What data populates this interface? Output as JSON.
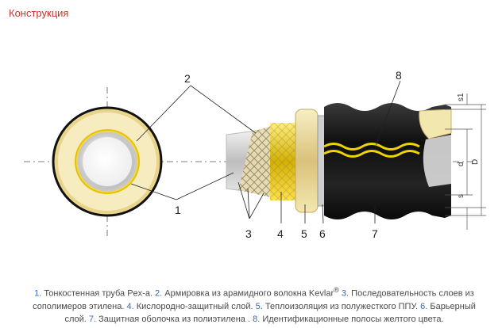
{
  "title": "Конструкция",
  "callouts": {
    "c1": "1",
    "c2": "2",
    "c3": "3",
    "c4": "4",
    "c5": "5",
    "c6": "6",
    "c7": "7",
    "c8": "8"
  },
  "dimensions": {
    "s1": "s1",
    "s": "s",
    "d": "d",
    "D": "D"
  },
  "caption": [
    {
      "num": "1.",
      "text": " Тонкостенная труба Pex-a. "
    },
    {
      "num": "2.",
      "text": " Армировка из арамидного волокна Kevlar"
    },
    {
      "sup": "®"
    },
    {
      "num": " 3.",
      "text": " Последовательность слоев из сополимеров этилена. "
    },
    {
      "num": "4.",
      "text": " Кислородно-защитный слой. "
    },
    {
      "num": "5.",
      "text": " Теплоизоляция из полужесткого  ППУ. "
    },
    {
      "num": "6.",
      "text": " Барьерный слой. "
    },
    {
      "num": "7.",
      "text": " Защитная оболочка из полиэтилена . "
    },
    {
      "num": "8.",
      "text": " Идентификационные полосы желтого цвета."
    }
  ],
  "colors": {
    "title": "#c0392b",
    "foam": "#f1e6a8",
    "pipe": "#d6d6d6",
    "kevlar": "#e5c500",
    "jacket": "#161616",
    "stripe": "#f0d400"
  }
}
